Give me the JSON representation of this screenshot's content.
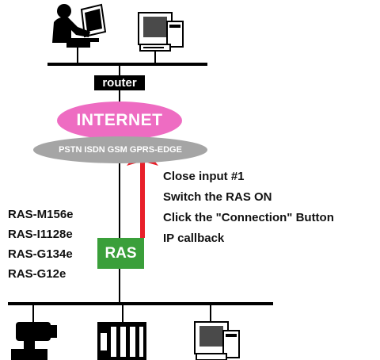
{
  "router": {
    "label": "router"
  },
  "cloud": {
    "label": "INTERNET"
  },
  "networks": {
    "label": "PSTN ISDN GSM GPRS-EDGE"
  },
  "ras": {
    "label": "RAS"
  },
  "models": [
    "RAS-M156e",
    "RAS-I1128e",
    "RAS-G134e",
    "RAS-G12e"
  ],
  "steps": [
    "Close input #1",
    "Switch the RAS ON",
    "Click the \"Connection\" Button",
    "IP callback"
  ],
  "colors": {
    "internet": "#ee6cc2",
    "networks": "#a5a5a5",
    "ras": "#3a9f3a",
    "arrow": "#e8202a",
    "lines": "#000000"
  },
  "icons": {
    "top": [
      "person-at-computer-icon",
      "desktop-computer-icon"
    ],
    "bottom": [
      "security-camera-icon",
      "plc-controller-icon",
      "desktop-computer-icon"
    ]
  }
}
